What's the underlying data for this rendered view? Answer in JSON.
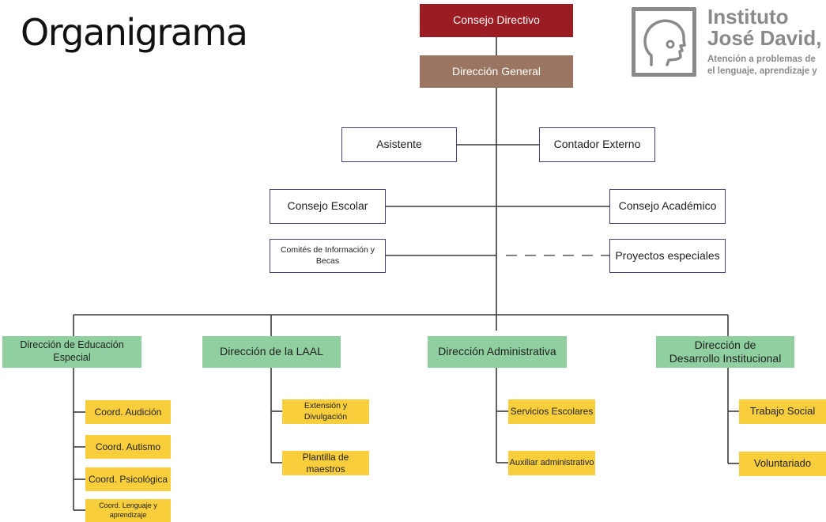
{
  "title": "Organigrama",
  "logo": {
    "name_line1": "Instituto",
    "name_line2": "José David,",
    "tagline_line1": "Atención a problemas de",
    "tagline_line2": "el lenguaje, aprendizaje y"
  },
  "nodes": {
    "consejo_directivo": "Consejo Directivo",
    "direccion_general": "Dirección General",
    "asistente": "Asistente",
    "contador_externo": "Contador Externo",
    "consejo_escolar": "Consejo Escolar",
    "consejo_academico": "Consejo Académico",
    "comites": "Comités de Información y Becas",
    "proyectos_especiales": "Proyectos especiales",
    "dir_educacion_especial": "Dirección de Educación Especial",
    "dir_laal": "Dirección de la LAAL",
    "dir_administrativa": "Dirección Administrativa",
    "dir_desarrollo_line1": "Dirección de",
    "dir_desarrollo_line2": "Desarrollo Institucional",
    "coord_audicion": "Coord. Audición",
    "coord_autismo": "Coord. Autismo",
    "coord_psicologica": "Coord. Psicológica",
    "coord_lenguaje": "Coord. Lenguaje y aprendizaje",
    "extension": "Extensión y Divulgación",
    "plantilla": "Plantilla de maestros",
    "servicios_escolares": "Servicios Escolares",
    "auxiliar_admin": "Auxiliar administrativo",
    "trabajo_social": "Trabajo Social",
    "voluntariado": "Voluntariado"
  },
  "colors": {
    "top": "#9b1c22",
    "general": "#9a7662",
    "directions": "#8fcfa0",
    "units": "#f8ce3c"
  }
}
